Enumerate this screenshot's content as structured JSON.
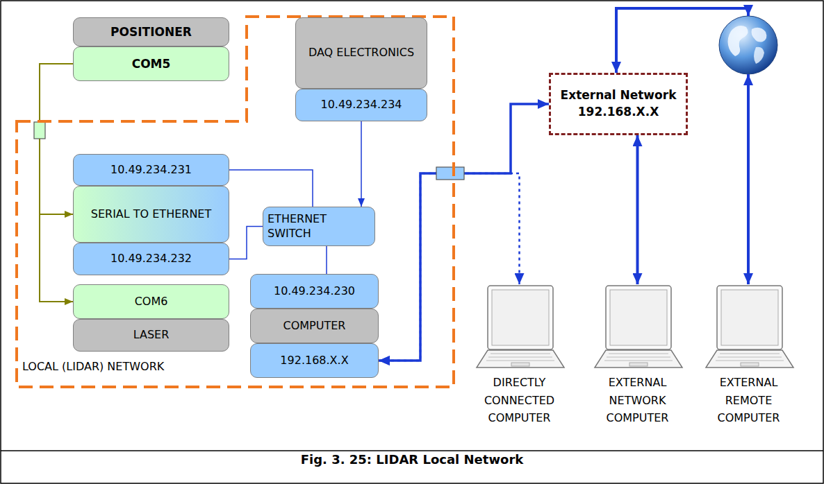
{
  "diagram": {
    "caption": "Fig. 3. 25: LIDAR Local Network",
    "nodes": [
      {
        "text": [
          "POSITIONER"
        ]
      },
      {
        "text": [
          "COM5"
        ]
      },
      {
        "text": [
          "LOCAL (LIDAR) NETWORK"
        ]
      },
      {
        "text": [
          "DAQ ELECTRONICS"
        ],
        "in": 2
      },
      {
        "text": [
          "10.49.234.234"
        ],
        "in": 2
      },
      {
        "text": [
          "10.49.234.231"
        ],
        "in": 2
      },
      {
        "text": [
          "SERIAL TO ETHERNET"
        ],
        "in": 2
      },
      {
        "text": [
          "ETHERNET SWITCH"
        ],
        "in": 2
      },
      {
        "text": [
          "10.49.234.232"
        ],
        "in": 2
      },
      {
        "text": [
          "10.49.234.230"
        ],
        "in": 2
      },
      {
        "text": [
          "COMPUTER"
        ],
        "in": 2
      },
      {
        "text": [
          "192.168.X.X"
        ],
        "in": 2
      },
      {
        "text": [
          "COM6"
        ],
        "in": 2
      },
      {
        "text": [
          "LASER"
        ],
        "in": 2
      },
      {
        "text": [
          "External Network",
          "192.168.X.X"
        ]
      },
      {
        "text": [
          "DIRECTLY CONNECTED COMPUTER"
        ]
      },
      {
        "text": [
          "EXTERNAL NETWORK COMPUTER"
        ]
      },
      {
        "text": [
          "EXTERNAL REMOTE COMPUTER"
        ]
      }
    ],
    "edges": [
      {
        "from": 1,
        "to": 6,
        "arrow": "to"
      },
      {
        "from": 1,
        "to": 12,
        "arrow": "to"
      },
      {
        "from": 4,
        "to": 7,
        "arrow": "to"
      },
      {
        "from": 5,
        "to": 7,
        "arrow": "none"
      },
      {
        "from": 8,
        "to": 7,
        "arrow": "none"
      },
      {
        "from": 9,
        "to": 7,
        "arrow": "none"
      },
      {
        "from": 11,
        "to": 14,
        "arrow": "both"
      },
      {
        "from": 11,
        "to": 15,
        "arrow": "both"
      },
      {
        "from": 14,
        "to": 16,
        "arrow": "both"
      }
    ]
  }
}
